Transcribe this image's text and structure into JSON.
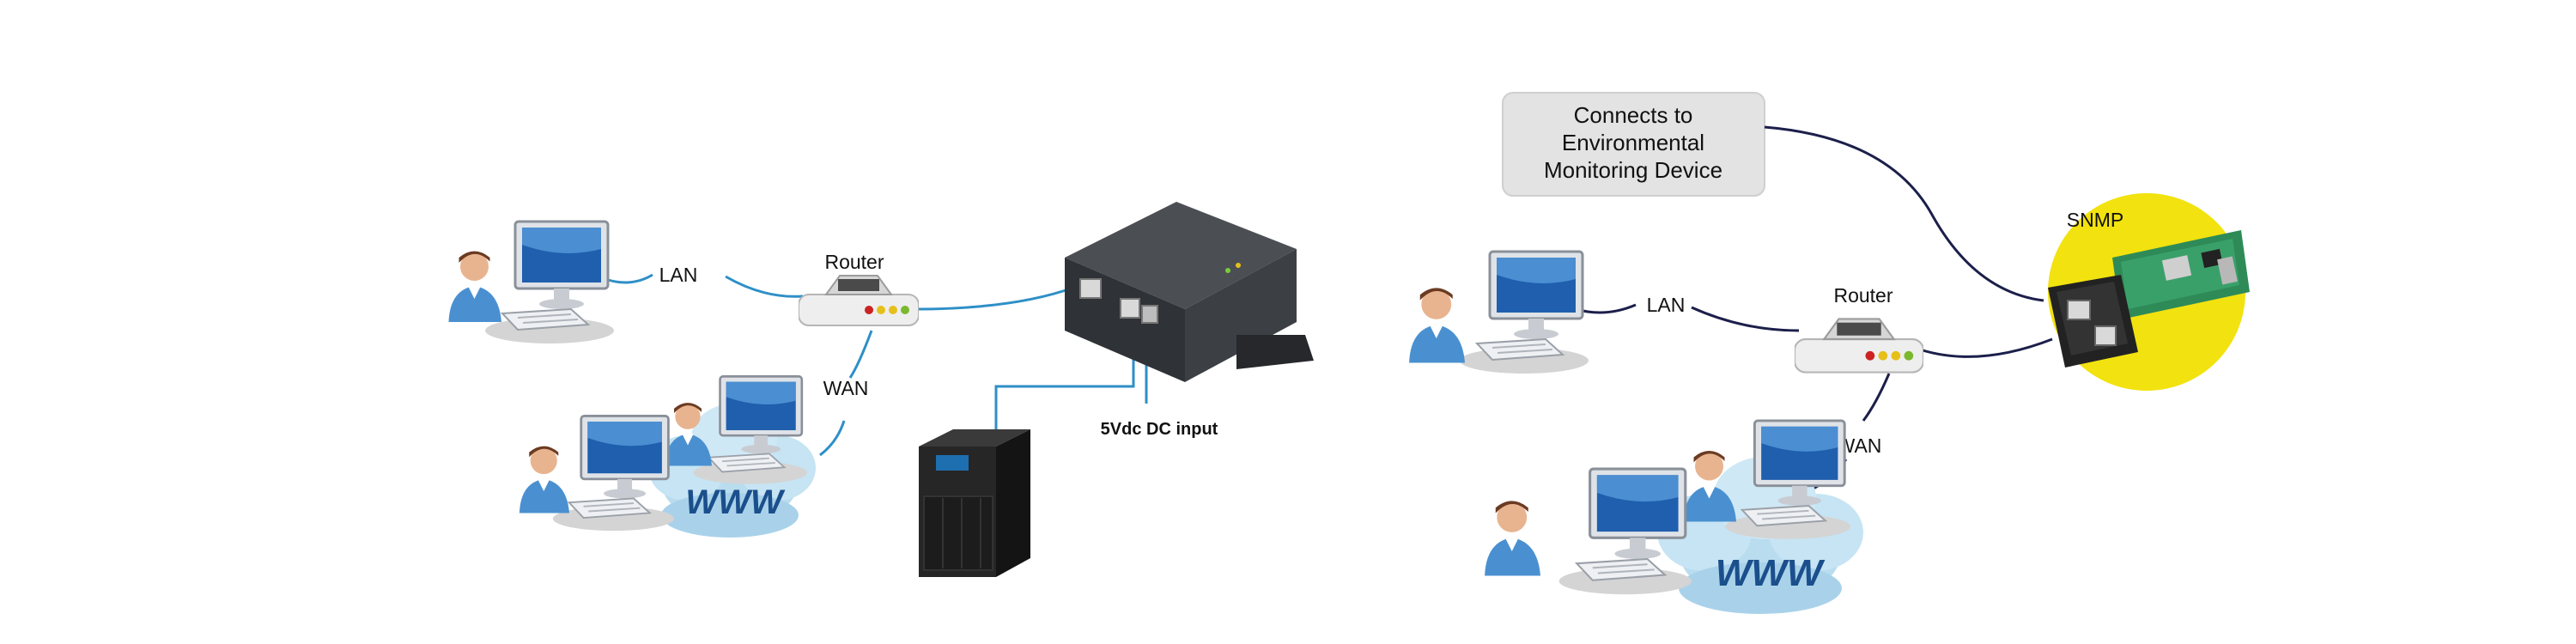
{
  "diagram_left": {
    "lan_label": "LAN",
    "wan_label": "WAN",
    "router_label": "Router",
    "power_label": "5Vdc DC input",
    "www_label": "WWW"
  },
  "diagram_right": {
    "callout_line1": "Connects to",
    "callout_line2": "Environmental",
    "callout_line3": "Monitoring Device",
    "snmp_label": "SNMP",
    "lan_label": "LAN",
    "wan_label": "WAN",
    "router_label": "Router",
    "www_label": "WWW"
  },
  "colors": {
    "left_cable": "#2e8fc7",
    "right_cable": "#1c1f4a",
    "callout_fill": "#e3e3e3",
    "snmp_circle": "#f2e20f",
    "adapter_body": "#3a3d41",
    "monitor_screen": "#1f5fae",
    "cloud": "#b9dcef"
  }
}
